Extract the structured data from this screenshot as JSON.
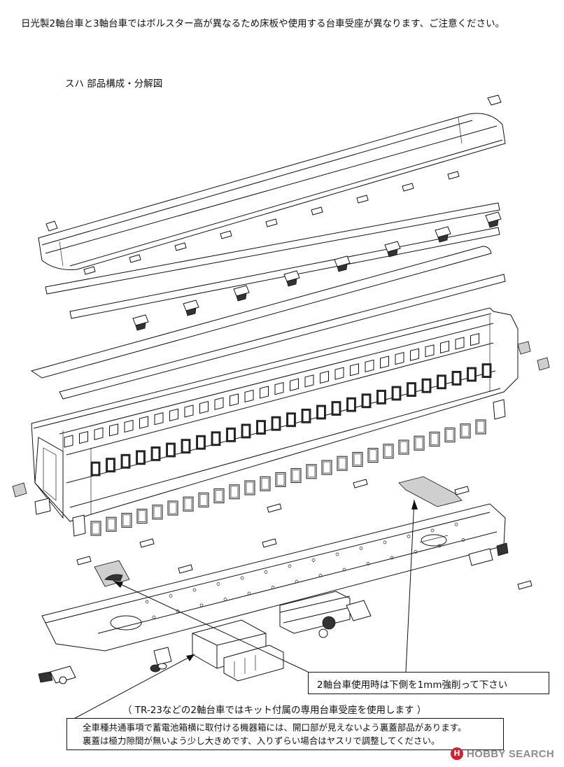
{
  "header": {
    "note": "日光製2軸台車と3軸台車ではボルスター高が異なるため床板や使用する台車受座が異なります、ご注意ください。"
  },
  "diagram": {
    "title": "スハ 部品構成・分解図"
  },
  "callouts": {
    "shave_note": "2軸台車使用時は下側を1mm強削って下さい",
    "tr23_note": "（ TR-23などの2軸台車ではキット付属の専用台車受座を使用します ）",
    "common_line1": "全車種共通事項で蓄電池箱横に取付ける機器箱には、開口部が見えないよう裏蓋部品があります。",
    "common_line2": "裏蓋は極力隙間が無いよう少し大きめです、入りずらい場合はヤスリで調整してください。"
  },
  "watermark": {
    "text": "HOBBY SEARCH",
    "mark": "H"
  },
  "colors": {
    "line": "#111111",
    "background": "#ffffff",
    "watermark_gray": "#8c8c8c",
    "watermark_red": "#cc2233"
  }
}
